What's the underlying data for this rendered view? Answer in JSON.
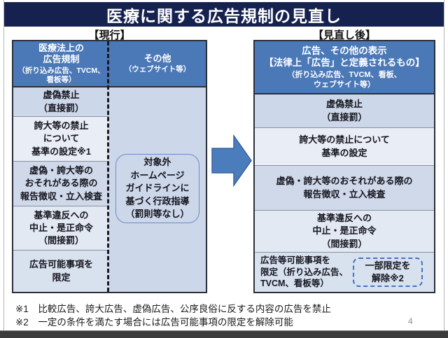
{
  "title": "医療に関する広告規制の見直し",
  "page_number": "4",
  "colors": {
    "banner_bg": "#15214e",
    "table_header_bg": "#4b79b7",
    "row_dark": "#ccd7e9",
    "row_light": "#e8edf6",
    "row_mid": "#d8e1ee",
    "table_outline": "#2b2f3a",
    "dashed_badge_border": "#4472c4",
    "exempt_box_border": "#6b8cc4",
    "arrow_fill": "#4b7cbb"
  },
  "current": {
    "label": "【現行】",
    "header": {
      "left_main": "医療法上の\n広告規制",
      "left_sub": "（折り込み広告、TVCM、\n看板等）",
      "right_main": "その他",
      "right_sub": "（ウェブサイト等）"
    },
    "rows": [
      {
        "text": "虚偽禁止\n（直接罰）"
      },
      {
        "text": "誇大等の禁止\nについて\n基準の設定※1"
      },
      {
        "text": "虚偽・誇大等の\nおそれがある際の\n報告徴収・立入検査"
      },
      {
        "text": "基準違反への\n中止・是正命令\n（間接罰）"
      },
      {
        "text": "広告可能事項を\n限定"
      }
    ],
    "exempt_note": "対象外\nホームページ\nガイドラインに\n基づく行政指導\n（罰則等なし）"
  },
  "revised": {
    "label": "【見直し後】",
    "header": {
      "line1": "広告、その他の表示",
      "line2": "【法律上「広告」と定義されるもの】",
      "sub": "（折り込み広告、TVCM、看板、\nウェブサイト等）"
    },
    "rows": [
      {
        "text": "虚偽禁止\n（直接罰）"
      },
      {
        "text": "誇大等の禁止について\n基準の設定"
      },
      {
        "text": "虚偽・誇大等のおそれがある際の\n報告徴収・立入検査"
      },
      {
        "text": "基準違反への\n中止・是正命令\n（間接罰）"
      },
      {
        "text": "広告等可能事項を\n限定（折り込み広告、\nTVCM、看板等）"
      }
    ],
    "release_badge": "一部限定を\n解除※2"
  },
  "footnotes": [
    "※1　比較広告、誇大広告、虚偽広告、公序良俗に反する内容の広告を禁止",
    "※2　一定の条件を満たす場合には広告可能事項の限定を解除可能"
  ]
}
